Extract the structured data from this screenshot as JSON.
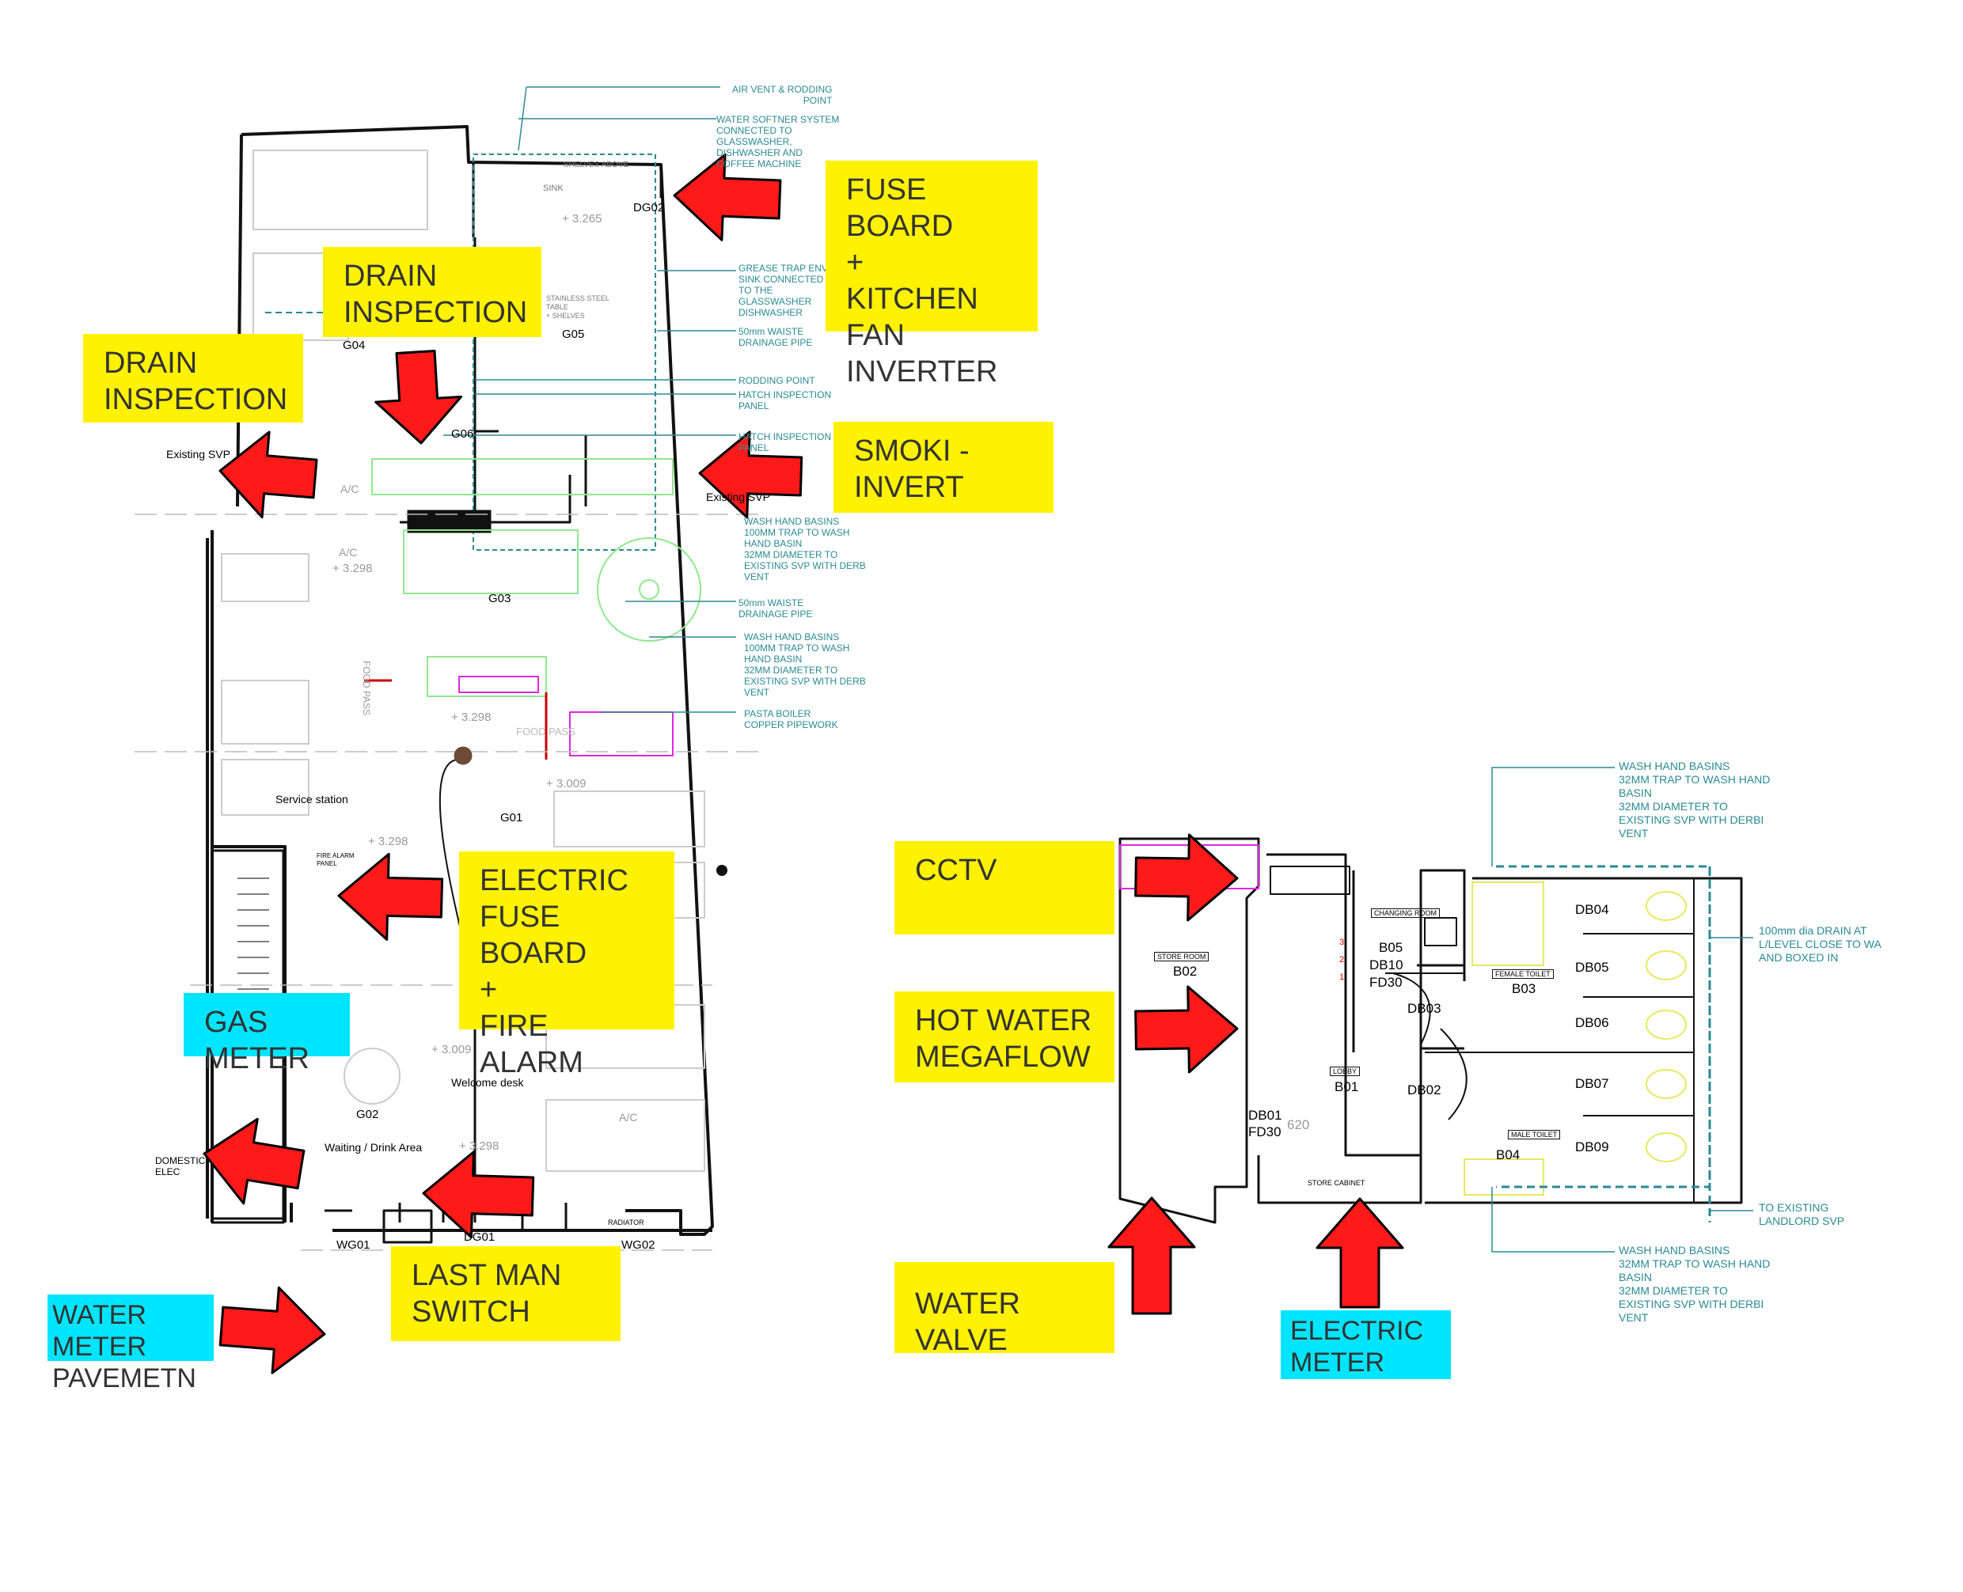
{
  "colors": {
    "arrow_fill": "#ff1a1a",
    "callout_yellow": "#fff200",
    "callout_cyan": "#00e5ff",
    "wall": "#111111",
    "annotation": "#2a8a93",
    "equipment_green": "#8ee88e",
    "equipment_magenta": "#e026e0"
  },
  "callouts": {
    "fuse_board": "FUSE BOARD\n+\nKITCHEN FAN\nINVERTER",
    "drain_inspection_top": "DRAIN\nINSPECTION",
    "drain_inspection_left": "DRAIN\nINSPECTION",
    "smoki_invert": "SMOKI -\nINVERT",
    "electric_fuse_board": "ELECTRIC FUSE\nBOARD\n+\nFIRE ALARM",
    "gas_meter": "GAS METER",
    "last_man_switch": "LAST MAN\nSWITCH",
    "water_meter": "WATER METER\nPAVEMETN",
    "cctv": "CCTV",
    "hot_water": "HOT WATER\nMEGAFLOW",
    "water_valve": "WATER VALVE",
    "electric_meter": "ELECTRIC\nMETER"
  },
  "ground_floor": {
    "rooms": {
      "dg02": "DG02",
      "g04": "G04",
      "g05": "G05",
      "g06": "G06",
      "g03": "G03",
      "g01": "G01",
      "g02": "G02",
      "dg01": "DG01",
      "wg01": "WG01",
      "wg02": "WG02"
    },
    "levels": {
      "kitchen": "+ 3.265",
      "ac1": "+ 3.298",
      "ac2": "+ 3.298",
      "bar": "+ 3.298",
      "g01": "+ 3.009",
      "entrance": "+ 3.009",
      "waiting": "+ 3.298"
    },
    "labels": {
      "existing_svp_left": "Existing SVP",
      "existing_svp_right": "Existing SVP",
      "service_station": "Service station",
      "welcome_desk": "Welcome desk",
      "waiting_area": "Waiting / Drink Area",
      "domestic_elec": "DOMESTIC\nELEC",
      "sink": "SINK",
      "shelves_above": "SHELVES ABOVE",
      "stainless_table": "STAINLESS STEEL\nTABLE\n+ SHELVES",
      "ac_1": "A/C",
      "ac_2": "A/C",
      "ac_3": "A/C",
      "food_pass_1": "FOOD PASS",
      "food_pass_2": "FOOD PASS",
      "radiator": "RADIATOR",
      "fire_alarm_panel": "FIRE ALARM\nPANEL"
    },
    "annotations": {
      "air_vent": "AIR VENT & RODDING\nPOINT",
      "water_softener": "WATER SOFTNER SYSTEM\nCONNECTED TO\nGLASSWASHER,\nDISHWASHER AND\nCOFFEE MACHINE",
      "grease_trap": "GREASE TRAP ENV\nSINK CONNECTED\nTO THE\nGLASSWASHER\nDISHWASHER",
      "waste_50mm_1": "50mm WAISTE\nDRAINAGE PIPE",
      "rodding_point": "RODDING POINT",
      "hatch_1": "HATCH INSPECTION\nPANEL",
      "hatch_2": "HATCH INSPECTION\nPANEL",
      "wash_basins_1": "WASH HAND BASINS\n100MM TRAP TO WASH\nHAND BASIN\n32MM DIAMETER TO\nEXISTING SVP WITH DERB\nVENT",
      "waste_50mm_2": "50mm WAISTE\nDRAINAGE PIPE",
      "wash_basins_2": "WASH HAND BASINS\n100MM TRAP TO WASH\nHAND BASIN\n32MM DIAMETER TO\nEXISTING SVP WITH DERB\nVENT",
      "pasta_boiler": "PASTA BOILER\nCOPPER PIPEWORK"
    }
  },
  "basement": {
    "rooms": {
      "b02": "B02",
      "store_room": "STORE ROOM",
      "changing_room": "CHANGING ROOM",
      "b05": "B05",
      "db10": "DB10",
      "fd30_a": "FD30",
      "db03": "DB03",
      "lobby": "LOBBY",
      "b01": "B01",
      "db02": "DB02",
      "db01": "DB01",
      "fd30_b": "FD30",
      "store_cabinet": "STORE CABINET",
      "female_toilet": "FEMALE TOILET",
      "b03": "B03",
      "male_toilet": "MALE TOILET",
      "b04": "B04",
      "db04": "DB04",
      "db05": "DB05",
      "db06": "DB06",
      "db07": "DB07",
      "db09": "DB09",
      "dim_620": "620",
      "step1": "1",
      "step2": "2",
      "step3": "3"
    },
    "annotations": {
      "wash_top": "WASH HAND BASINS\n32MM TRAP TO WASH HAND\nBASIN\n32MM DIAMETER TO\nEXISTING SVP WITH DERBI\nVENT",
      "drain_100": "100mm dia DRAIN AT\nL/LEVEL CLOSE TO WA\nAND BOXED IN",
      "to_existing": "TO EXISTING\nLANDLORD SVP",
      "wash_bottom": "WASH HAND BASINS\n32MM TRAP TO WASH HAND\nBASIN\n32MM DIAMETER TO\nEXISTING SVP WITH DERBI\nVENT"
    }
  }
}
